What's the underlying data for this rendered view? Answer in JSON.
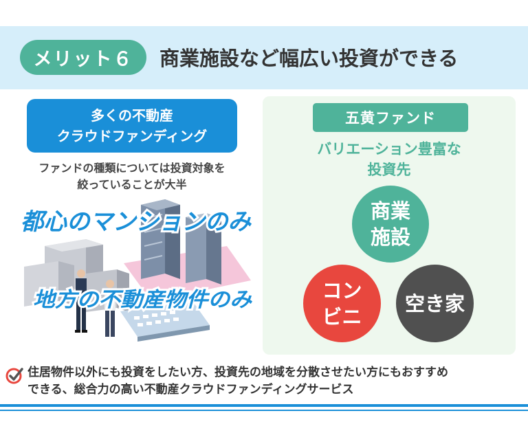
{
  "header": {
    "badge": "メリット６",
    "title": "商業施設など幅広い投資ができる"
  },
  "left": {
    "box_line1": "多くの不動産",
    "box_line2": "クラウドファンディング",
    "desc_line1": "ファンドの種類については投資対象を",
    "desc_line2": "絞っていることが大半",
    "overlay1": "都心のマンションのみ",
    "overlay2": "地方の不動産物件のみ"
  },
  "right": {
    "label": "五黄ファンド",
    "sub_line1": "バリエーション豊富な",
    "sub_line2": "投資先",
    "circles": [
      {
        "line1": "商業",
        "line2": "施設"
      },
      {
        "line1": "コン",
        "line2": "ビニ"
      },
      {
        "line1": "空き家",
        "line2": ""
      }
    ]
  },
  "footer": {
    "line1": "住居物件以外にも投資をしたい方、投資先の地域を分散させたい方にもおすすめ",
    "line2": "できる、総合力の高い不動産クラウドファンディングサービス"
  },
  "colors": {
    "accent_green": "#4fb39a",
    "accent_blue": "#1a8fd8",
    "red": "#e8473e",
    "dark": "#505050",
    "header_bg": "#d6eefa"
  }
}
